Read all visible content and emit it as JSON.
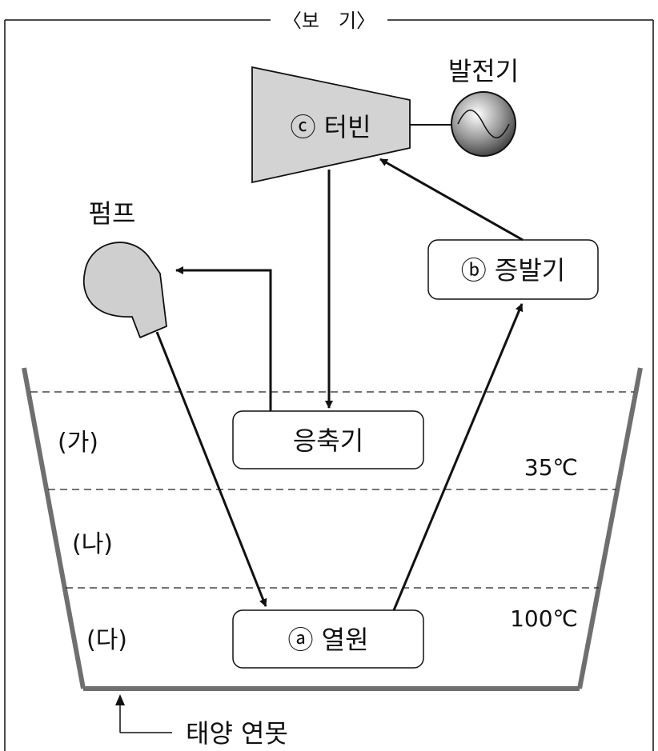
{
  "frame": {
    "title": "〈보　기〉"
  },
  "generator": {
    "label": "발전기"
  },
  "turbine": {
    "label": "ⓒ 터빈"
  },
  "pump": {
    "label": "펌프"
  },
  "evaporator": {
    "label": "ⓑ 증발기"
  },
  "condenser": {
    "label": "응축기"
  },
  "heat_source": {
    "label": "ⓐ 열원"
  },
  "layers": {
    "upper": "(가)",
    "middle": "(나)",
    "lower": "(다)",
    "temp_upper": "35℃",
    "temp_lower": "100℃"
  },
  "pond": {
    "label": "태양 연못"
  },
  "colors": {
    "component_fill": "#d3d3d3",
    "box_fill": "#ffffff",
    "pond_wall": "#6f6f6f",
    "line": "#111111"
  }
}
